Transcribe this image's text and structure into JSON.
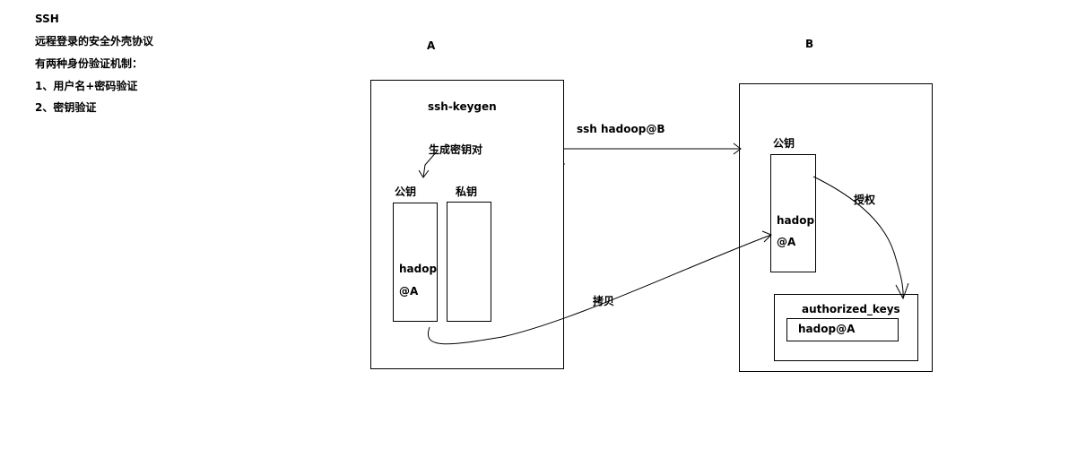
{
  "notes": {
    "title": "SSH",
    "line1": "远程登录的安全外壳协议",
    "line2": "有两种身份验证机制：",
    "line3": "1、用户名+密码验证",
    "line4": "2、密钥验证"
  },
  "host_a": {
    "label": "A",
    "command": "ssh-keygen",
    "generate_label": "生成密钥对",
    "public_key_label": "公钥",
    "private_key_label": "私钥",
    "public_key_line1": "hadop",
    "public_key_line2": "@A"
  },
  "host_b": {
    "label": "B",
    "public_key_label": "公钥",
    "public_key_line1": "hadop",
    "public_key_line2": "@A",
    "authorized_keys_label": "authorized_keys",
    "authorized_entry": "hadop@A"
  },
  "arrows": {
    "ssh_label": "ssh hadoop@B",
    "copy_label": "拷贝",
    "authorize_label": "授权"
  },
  "colors": {
    "stroke": "#000000",
    "background": "#ffffff"
  }
}
